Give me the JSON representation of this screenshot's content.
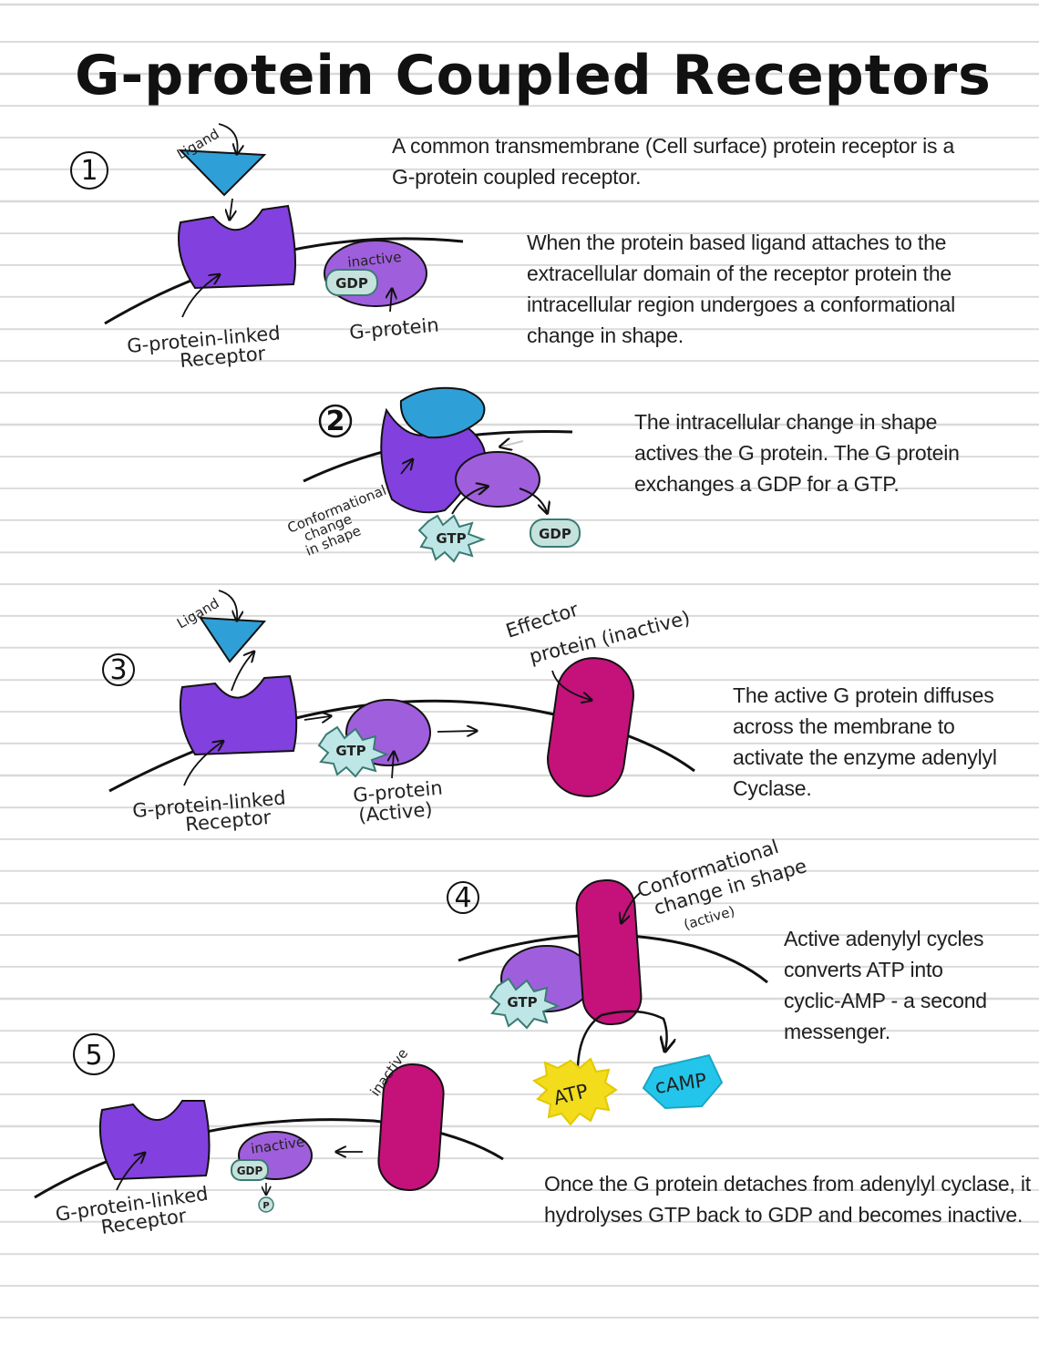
{
  "title": "G-protein Coupled Receptors",
  "colors": {
    "receptor": "#8240de",
    "ligand": "#2f9fd7",
    "g_protein": "#9f5fdc",
    "effector": "#c4127a",
    "atp": "#f2dc1c",
    "camp": "#23c6ea",
    "gdp_badge": "#c6e2dc",
    "gtp_badge": "#bfe6e6"
  },
  "steps": [
    {
      "number": "1",
      "text": "A common transmembrane (Cell surface) protein receptor is a G-protein coupled receptor.",
      "text2": "When the protein based ligand attaches to the extracellular domain of the receptor protein the intracellular region undergoes a conformational change in shape.",
      "labels": {
        "ligand": "Ligand",
        "receptor_line1": "G-protein-linked",
        "receptor_line2": "Receptor",
        "g_protein": "G-protein",
        "inactive": "inactive",
        "gdp": "GDP"
      }
    },
    {
      "number": "2",
      "text": "The intracellular change in shape actives the G protein. The G protein exchanges a GDP for a GTP.",
      "labels": {
        "conf_line1": "Conformational",
        "conf_line2": "change",
        "conf_line3": "in shape",
        "gtp": "GTP",
        "gdp": "GDP"
      }
    },
    {
      "number": "3",
      "text": "The active G protein diffuses across the membrane to activate the enzyme adenylyl Cyclase.",
      "labels": {
        "ligand": "Ligand",
        "effector_line1": "Effector",
        "effector_line2": "protein (inactive)",
        "receptor_line1": "G-protein-linked",
        "receptor_line2": "Receptor",
        "g_protein_line1": "G-protein",
        "g_protein_line2": "(Active)",
        "gtp": "GTP"
      }
    },
    {
      "number": "4",
      "text": "Active adenylyl cycles converts ATP into cyclic-AMP - a second messenger.",
      "labels": {
        "conf_line1": "Conformational",
        "conf_line2": "change in shape",
        "conf_line3": "(active)",
        "gtp": "GTP",
        "atp": "ATP",
        "camp": "cAMP"
      }
    },
    {
      "number": "5",
      "text": "Once the G protein detaches from adenylyl cyclase, it hydrolyses GTP back to GDP and becomes inactive.",
      "labels": {
        "inactive_effector": "inactive",
        "inactive_gprotein": "inactive",
        "gdp": "GDP",
        "phosphate": "P",
        "receptor_line1": "G-protein-linked",
        "receptor_line2": "Receptor"
      }
    }
  ]
}
